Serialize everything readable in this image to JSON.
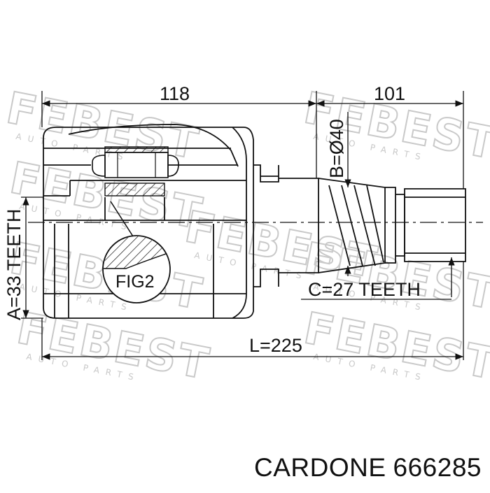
{
  "watermark": {
    "text": "FEBEST",
    "subtext": "AUTO PARTS"
  },
  "dimensions": {
    "length_part1": "118",
    "length_part2": "101",
    "outer_spline": "A=33 TEETH",
    "shaft_diameter": "B=Ø40",
    "shaft_spline": "C=27 TEETH",
    "total_length": "L=225"
  },
  "detail_label": "FIG2",
  "caption": {
    "brand": "CARDONE",
    "part_number": "666285"
  },
  "colors": {
    "line": "#111111",
    "watermark": "#c9c9c9",
    "background": "#ffffff"
  }
}
